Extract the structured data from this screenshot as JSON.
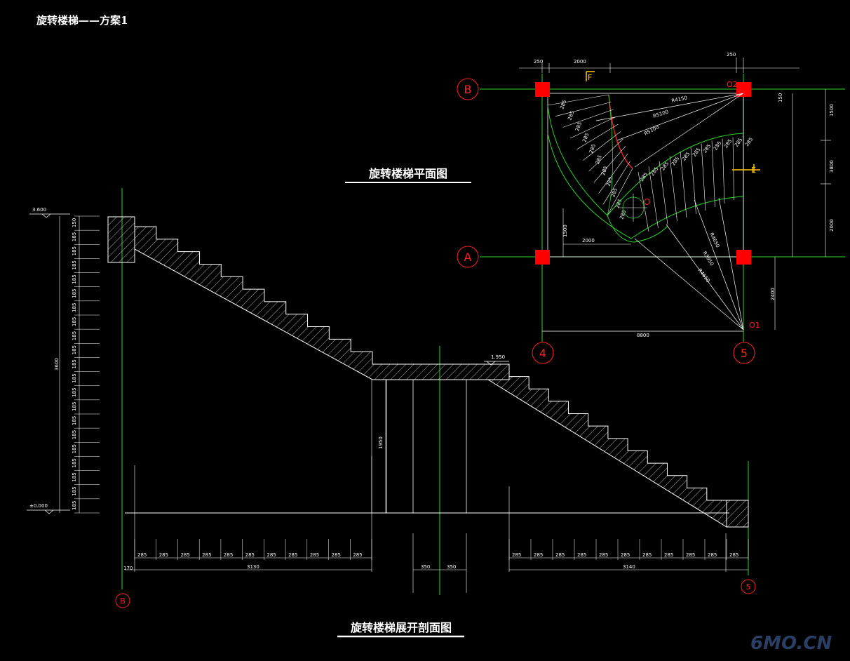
{
  "drawing": {
    "main_title": "旋转楼梯——方案1",
    "plan_title": "旋转楼梯平面图",
    "section_title": "旋转楼梯展开剖面图",
    "watermark": "6MO.CN"
  },
  "plan": {
    "axes": {
      "b": "B",
      "a": "A",
      "c4": "4",
      "c5": "5"
    },
    "centers": {
      "o": "O",
      "o1": "O1",
      "o2": "O2"
    },
    "section_marks": {
      "top": "F",
      "right": "E"
    },
    "dims": {
      "top_left": "250",
      "top_mid": "2000",
      "top_right": "250",
      "right_1": "1500",
      "right_2": "3800",
      "right_3": "2000",
      "right_4": "2400",
      "right_small": "150",
      "bottom": "8800",
      "inner_w": "2000",
      "inner_h": "1500",
      "radius_1": "R4150",
      "radius_2": "R5100",
      "radius_3": "R5100",
      "radius_4": "R4650",
      "radius_5": "R3950",
      "radius_6": "R4650"
    },
    "tread_labels": [
      "285",
      "285",
      "285",
      "285",
      "285",
      "285",
      "285",
      "285",
      "285",
      "285",
      "285"
    ]
  },
  "section": {
    "elev_top": "3.600",
    "elev_mid": "1.950",
    "elev_base": "±0.000",
    "total_height": "3600",
    "landing_height": "1950",
    "riser_labels": [
      "150",
      "185",
      "185",
      "185",
      "185",
      "185",
      "185",
      "185",
      "185",
      "185",
      "185",
      "185",
      "185",
      "185",
      "185",
      "185",
      "185",
      "185",
      "185",
      "185",
      "185"
    ],
    "left_treads": [
      "285",
      "285",
      "285",
      "285",
      "285",
      "285",
      "285",
      "285",
      "285",
      "285",
      "285"
    ],
    "right_treads": [
      "285",
      "285",
      "285",
      "285",
      "285",
      "285",
      "285",
      "285",
      "285",
      "285",
      "285"
    ],
    "dim_170": "170",
    "dim_3130": "3130",
    "dim_350a": "350",
    "dim_350b": "350",
    "dim_3140": "3140",
    "axis_b": "B",
    "axis_5": "5"
  }
}
